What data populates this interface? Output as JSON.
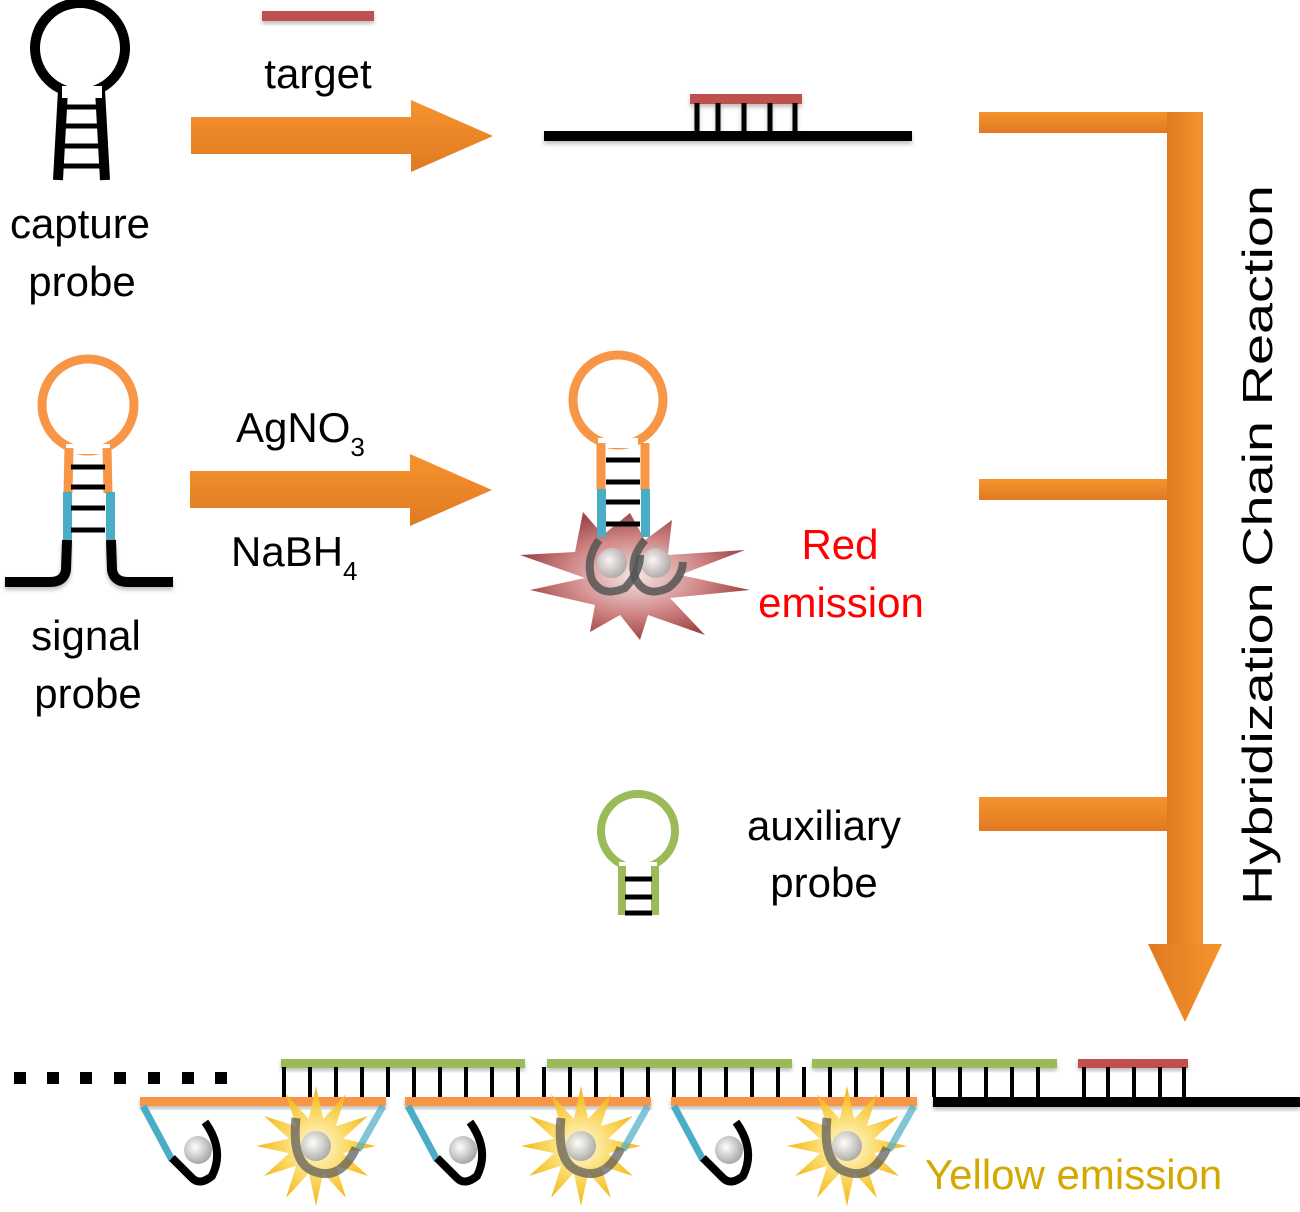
{
  "colors": {
    "arrow": "#f28a2a",
    "arrow_dark": "#e07a22",
    "target": "#c0504d",
    "strand": "#000000",
    "signal_loop": "#f79646",
    "signal_stem": "#4bacc6",
    "auxiliary": "#9bbb59",
    "red_emission": "#ff0000",
    "yellow_emission": "#d4a800",
    "red_burst": "#a83a3a",
    "yellow_burst": "#f5c518"
  },
  "labels": {
    "capture_probe_line1": "capture",
    "capture_probe_line2": "probe",
    "target": "target",
    "signal_probe_line1": "signal",
    "signal_probe_line2": "probe",
    "reagent_top": "AgNO",
    "reagent_top_sub": "3",
    "reagent_bottom": "NaBH",
    "reagent_bottom_sub": "4",
    "red_emission_line1": "Red",
    "red_emission_line2": "emission",
    "auxiliary_probe_line1": "auxiliary",
    "auxiliary_probe_line2": "probe",
    "hcr": "Hybridization  Chain Reaction",
    "yellow_emission": "Yellow emission"
  }
}
